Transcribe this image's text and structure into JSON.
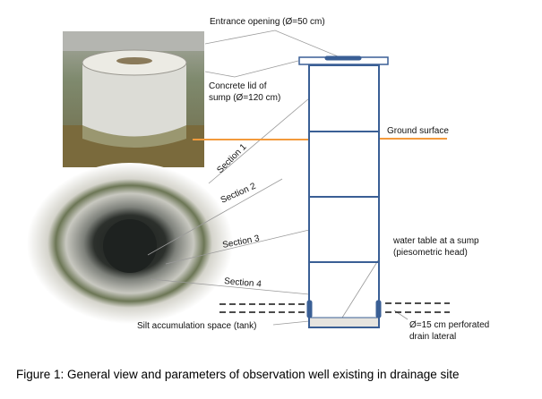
{
  "labels": {
    "entrance": "Entrance  opening (Ø=50 cm)",
    "lid_line1": "Concrete lid of",
    "lid_line2": "sump (Ø=120 cm)",
    "ground": "Ground surface",
    "section1": "Section 1",
    "section2": "Section 2",
    "section3": "Section 3",
    "section4": "Section 4",
    "water_line1": "water table at a sump",
    "water_line2": "(piesometric head)",
    "silt": "Silt accumulation space (tank)",
    "drain_line1": "Ø=15 cm perforated",
    "drain_line2": "drain lateral"
  },
  "caption": "Figure 1: General view and parameters of observation well existing in drainage site",
  "colors": {
    "well": "#3a5f95",
    "ground": "#f39a3c",
    "leader": "#9a9a9a"
  }
}
